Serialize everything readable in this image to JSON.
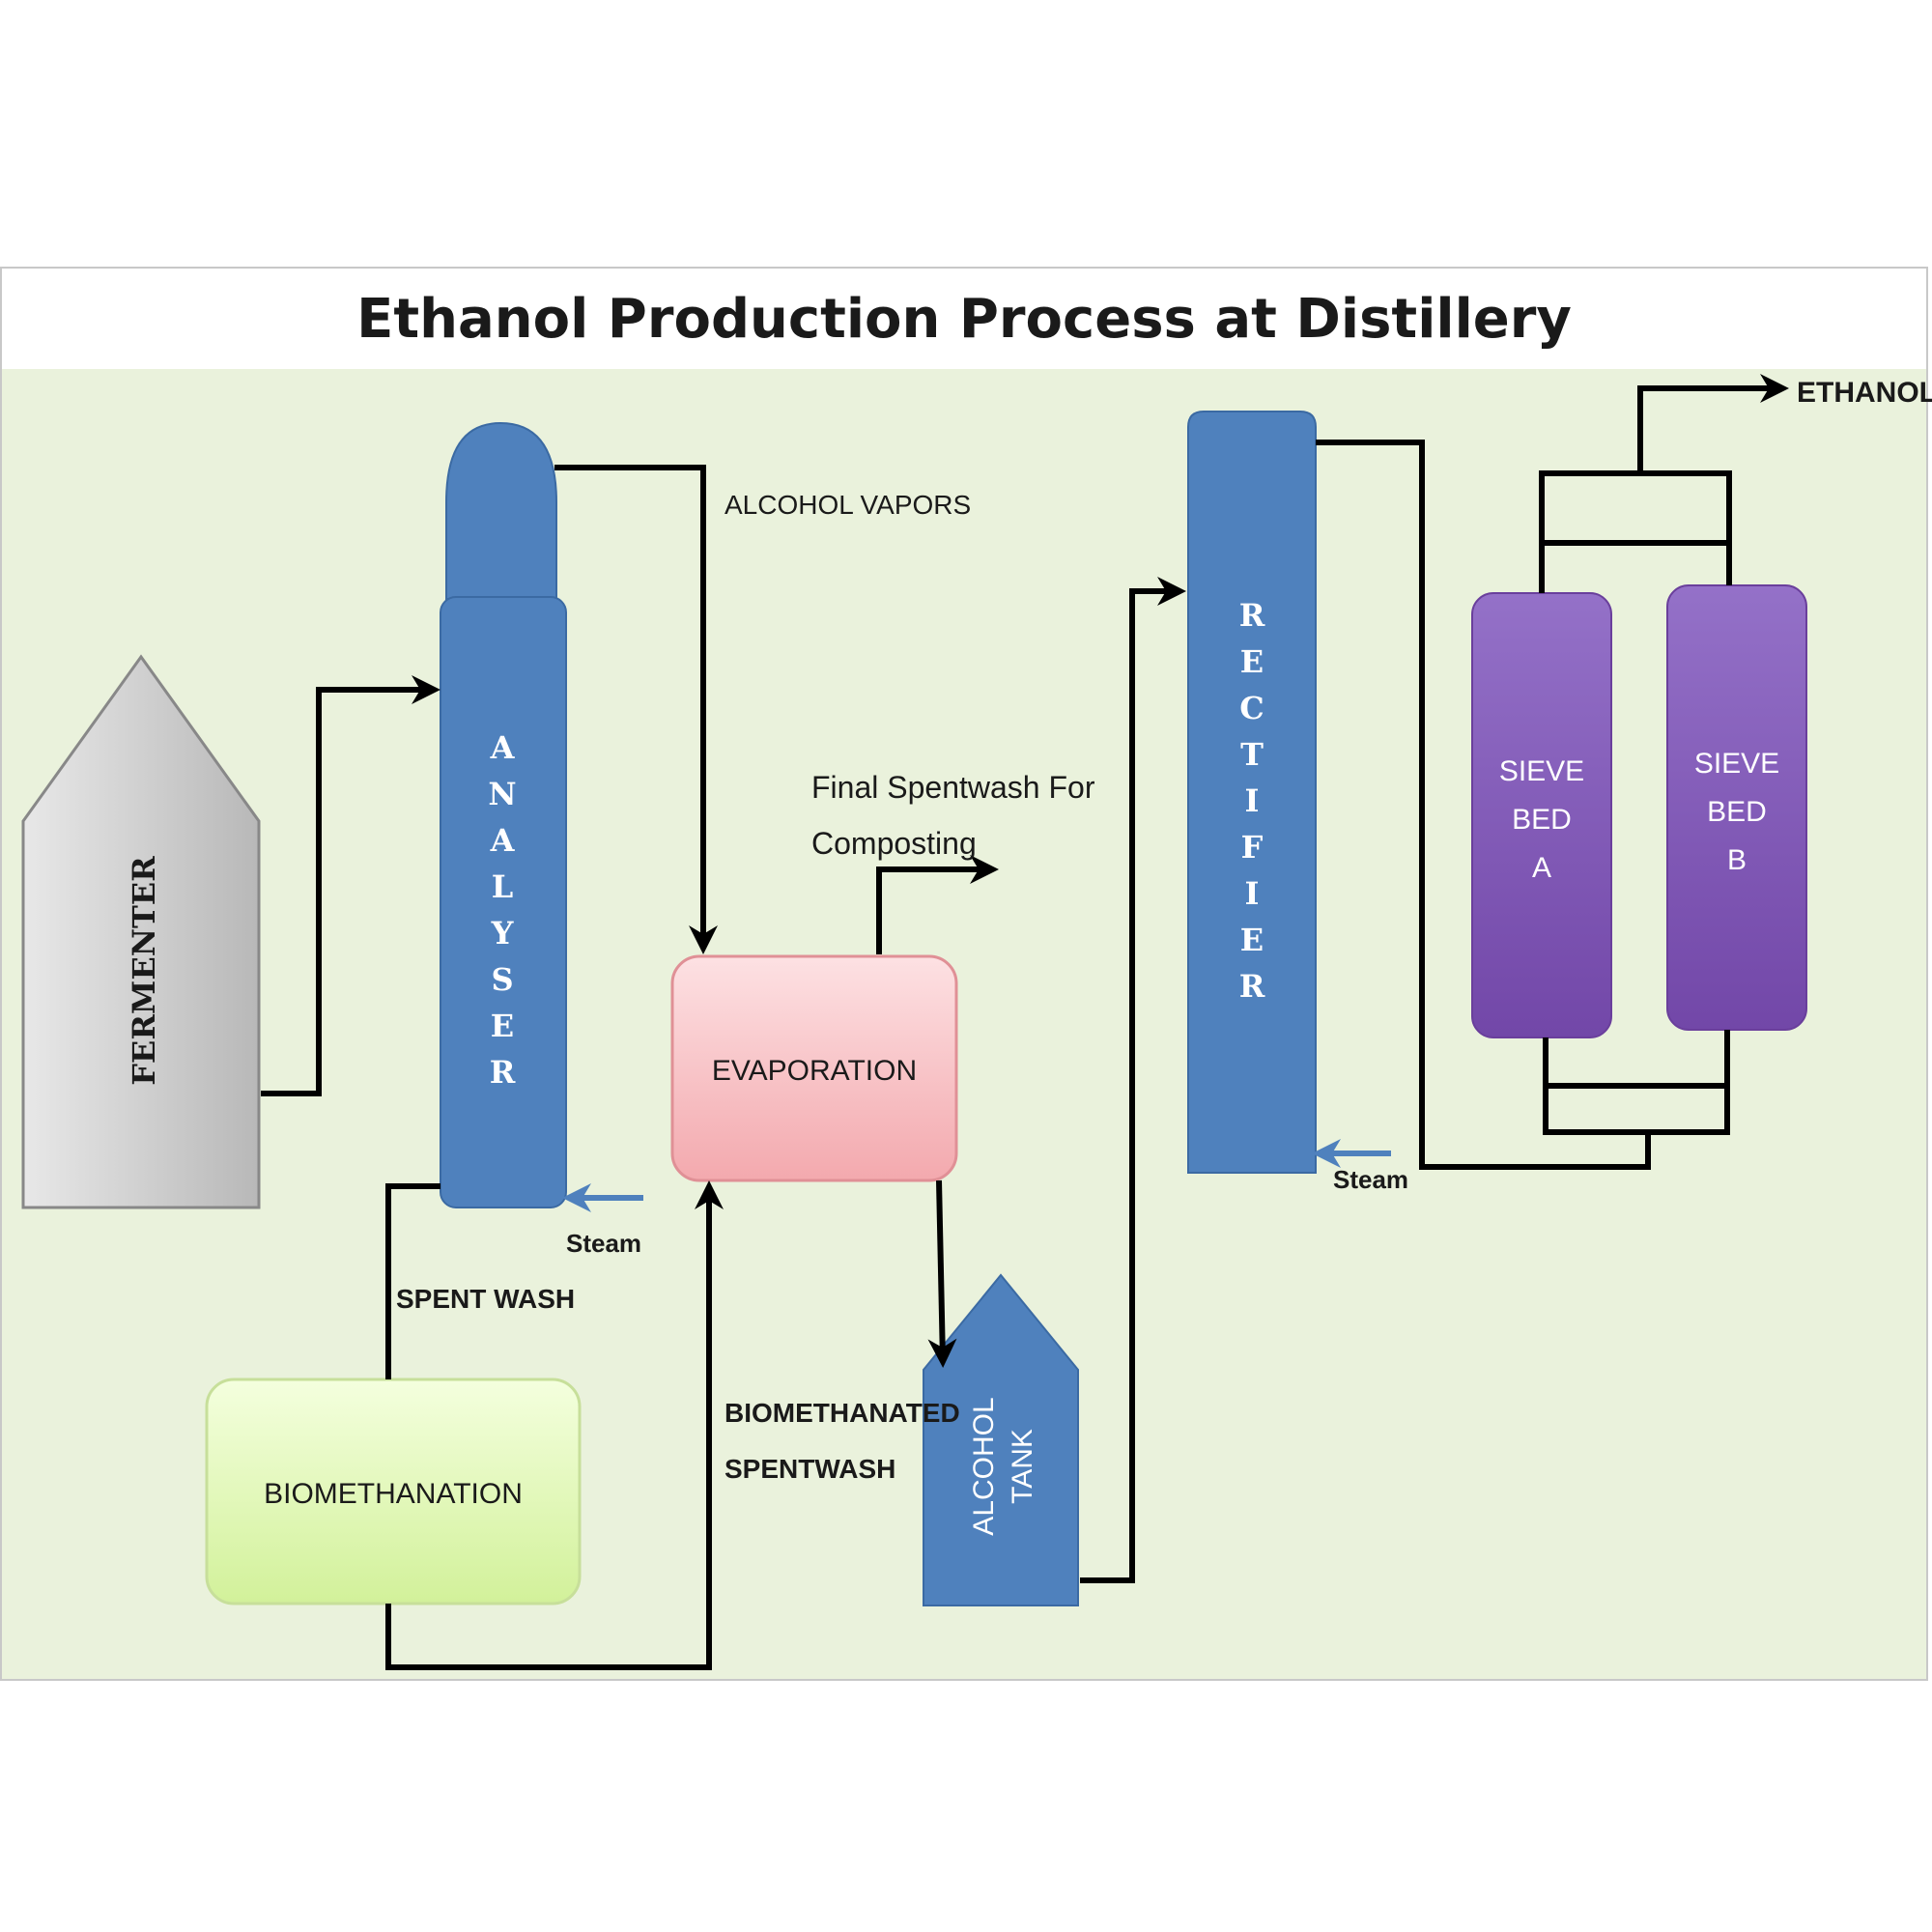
{
  "title": "Ethanol Production Process at Distillery",
  "colors": {
    "background": "#eaf2dc",
    "fermenter": "#cfcfcf",
    "column_blue": "#4f81bd",
    "evaporation": "#f6b3b8",
    "biomethanation": "#dff7b0",
    "sieve_bed": "#8259b5",
    "steam_arrow": "#4f81bd",
    "line": "#000000"
  },
  "units": {
    "fermenter": "FERMENTER",
    "analyser": [
      "A",
      "N",
      "A",
      "L",
      "Y",
      "S",
      "E",
      "R"
    ],
    "evaporation": "EVAPORATION",
    "biomethanation": "BIOMETHANATION",
    "alcohol_tank": [
      "ALCOHOL",
      "TANK"
    ],
    "rectifier": [
      "R",
      "E",
      "C",
      "T",
      "I",
      "F",
      "I",
      "E",
      "R"
    ],
    "sieve_bed_a": [
      "SIEVE",
      "BED",
      "A"
    ],
    "sieve_bed_b": [
      "SIEVE",
      "BED",
      "B"
    ]
  },
  "labels": {
    "alcohol_vapors": "ALCOHOL VAPORS",
    "final_spentwash_line1": "Final Spentwash For",
    "final_spentwash_line2": "Composting",
    "spent_wash": "SPENT WASH",
    "biomethanated_line1": "BIOMETHANATED",
    "biomethanated_line2": "SPENTWASH",
    "steam_analyser": "Steam",
    "steam_rectifier": "Steam",
    "ethanol": "ETHANOL"
  },
  "icons": {
    "flow_arrow": "arrow-right-icon",
    "steam_arrow": "arrow-left-icon"
  }
}
